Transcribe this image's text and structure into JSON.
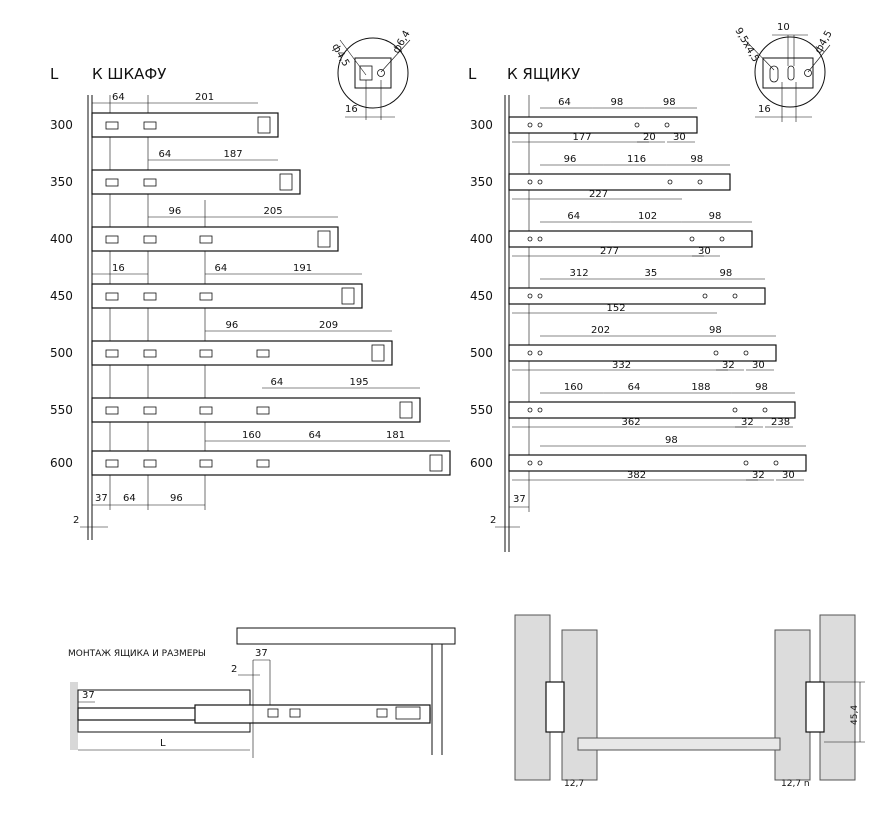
{
  "left_panel": {
    "col_label": "L",
    "title": "К ШКАФУ",
    "lengths": [
      "300",
      "350",
      "400",
      "450",
      "500",
      "550",
      "600"
    ],
    "top_dims": [
      [
        "64",
        "201"
      ],
      [
        "64",
        "187"
      ],
      [
        "96",
        "205"
      ],
      [
        "16",
        "64",
        "191"
      ],
      [
        "96",
        "209"
      ],
      [
        "64",
        "195"
      ],
      [
        "160",
        "64",
        "181"
      ]
    ],
    "bottom_dims": [
      "37",
      "64",
      "96"
    ],
    "offset_dim": "2",
    "detail": {
      "hole_left": "ф4,5",
      "hole_right": "ф6,4",
      "dim": "16"
    }
  },
  "right_panel": {
    "col_label": "L",
    "title": "К ЯЩИКУ",
    "lengths": [
      "300",
      "350",
      "400",
      "450",
      "500",
      "550",
      "600"
    ],
    "top_dims": [
      [
        "64",
        "98",
        "98"
      ],
      [
        "96",
        "116",
        "98"
      ],
      [
        "64",
        "102",
        "98"
      ],
      [
        "312",
        "35",
        "98"
      ],
      [
        "202",
        "98"
      ],
      [
        "160",
        "64",
        "188",
        "98"
      ],
      [
        "98"
      ]
    ],
    "below_dims": [
      [
        "177",
        "20",
        "30"
      ],
      [
        "227"
      ],
      [
        "277",
        "30"
      ],
      [
        "152"
      ],
      [
        "332",
        "32",
        "30"
      ],
      [
        "362",
        "32",
        "238"
      ],
      [
        "382",
        "32",
        "30"
      ]
    ],
    "bottom_dims": [
      "37"
    ],
    "offset_dim": "2",
    "detail": {
      "hole_left": "9,5х4,5",
      "top": "10",
      "hole_right": "ф4,5",
      "dim": "16"
    }
  },
  "mount": {
    "title": "МОНТАЖ ЯЩИКА И РАЗМЕРЫ",
    "dim_37_top": "37",
    "dim_2": "2",
    "dim_37_left": "37",
    "dim_L": "L"
  },
  "section": {
    "height": "45,4",
    "left_dim": "12,7",
    "right_dim": "12,7 n"
  }
}
